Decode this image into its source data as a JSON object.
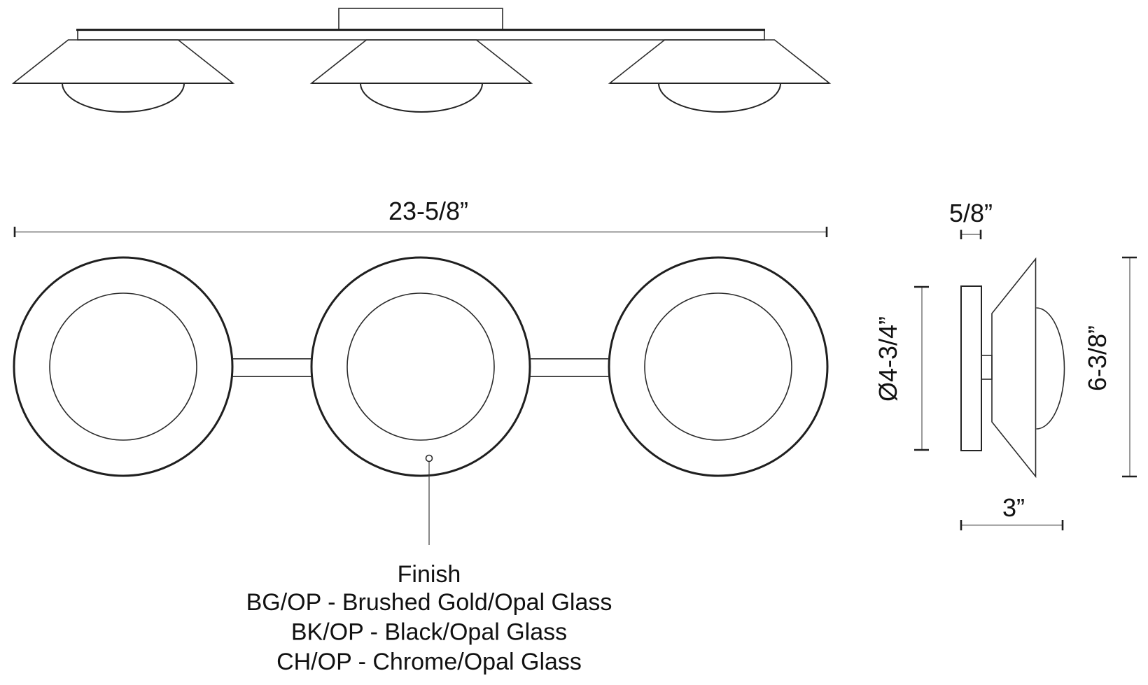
{
  "meta": {
    "background_color": "#ffffff",
    "object_line_color": "#2b2b2b",
    "dimension_line_color": "#6f6f6f",
    "text_color": "#111111"
  },
  "dimensions": {
    "overall_width": "23-5/8”",
    "backplate_thickness": "5/8”",
    "backplate_diameter": "Ø4-3/4”",
    "fixture_height": "6-3/8”",
    "fixture_depth": "3”"
  },
  "finish_note": {
    "title": "Finish",
    "options": [
      "BG/OP - Brushed Gold/Opal Glass",
      "BK/OP - Black/Opal Glass",
      "CH/OP - Chrome/Opal Glass"
    ]
  }
}
